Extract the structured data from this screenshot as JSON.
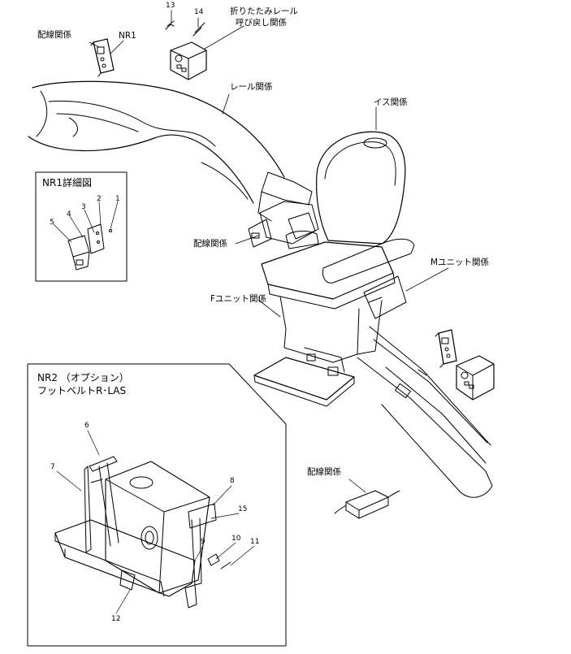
{
  "labels": {
    "wiring_top": "配線関係",
    "nr1": "NR1",
    "folding_rail_1": "折りたたみレール",
    "folding_rail_2": "呼び戻し関係",
    "rail": "レール関係",
    "seat": "イス関係",
    "wiring_mid": "配線関係",
    "m_unit": "Mユニット関係",
    "f_unit": "Fユニット関係",
    "wiring_bottom": "配線関係"
  },
  "nr1_detail": {
    "title": "NR1詳細図",
    "parts": [
      "1",
      "2",
      "3",
      "4",
      "5"
    ]
  },
  "nr2": {
    "title_line1": "NR2 （オプション）",
    "title_line2": "フットベルトR･LAS",
    "parts": [
      "6",
      "7",
      "8",
      "9",
      "10",
      "11",
      "12",
      "15"
    ]
  },
  "top_parts": [
    "13",
    "14"
  ]
}
